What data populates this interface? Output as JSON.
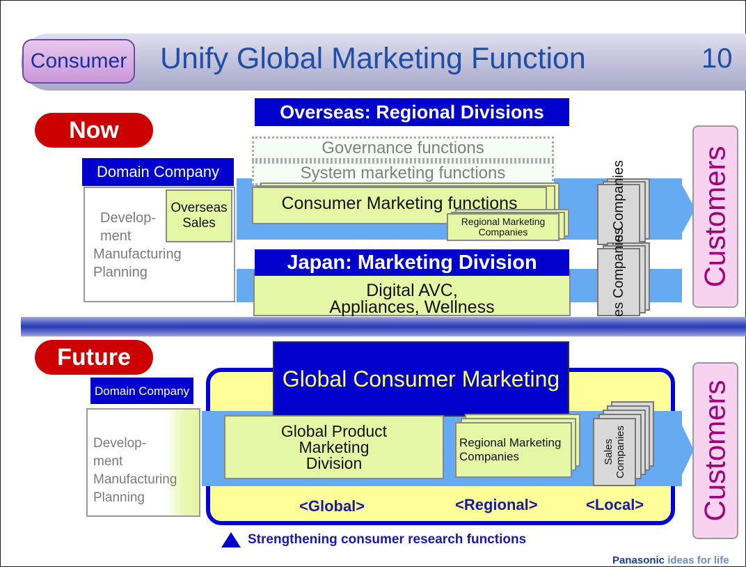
{
  "header": {
    "tag": "Consumer",
    "title": "Unify Global Marketing Function",
    "page_number": "10"
  },
  "now": {
    "badge": "Now",
    "overseas_header": "Overseas: Regional Divisions",
    "governance": "Governance functions",
    "system_marketing": "System marketing functions",
    "consumer_marketing": "Consumer Marketing functions",
    "regional_marketing": "Regional Marketing Companies",
    "domain_company": "Domain Company",
    "dev_lines": [
      "Develop-",
      "ment",
      "Manufacturing",
      "Planning"
    ],
    "overseas_sales": "Overseas Sales",
    "japan_header": "Japan: Marketing Division",
    "japan_lines": [
      "Digital AVC,",
      "Appliances, Wellness"
    ],
    "sales_companies_1": "Sales Companies",
    "sales_companies_2": "Sales Companies",
    "customers": "Customers"
  },
  "future": {
    "badge": "Future",
    "global_header": "Global Consumer Marketing",
    "domain_company": "Domain Company",
    "dev_lines": [
      "Develop-",
      "ment",
      "Manufacturing",
      "Planning"
    ],
    "gpm_lines": [
      "Global Product",
      "Marketing",
      "Division"
    ],
    "regional_lines": [
      "Regional Marketing",
      "Companies"
    ],
    "sales_lines": [
      "Sales",
      "Companies"
    ],
    "global_label": "<Global>",
    "regional_label": "<Regional>",
    "local_label": "<Local>",
    "customers": "Customers",
    "note": "Strengthening consumer research functions"
  },
  "footer": {
    "brand": "Panasonic",
    "tagline": "ideas for life"
  },
  "colors": {
    "navy": "#0000cc",
    "red": "#cc0000",
    "green": "#e4f7a4",
    "blue_band": "#66aaf2",
    "yellow": "#ffff99",
    "pink": "#f7d3ef"
  }
}
